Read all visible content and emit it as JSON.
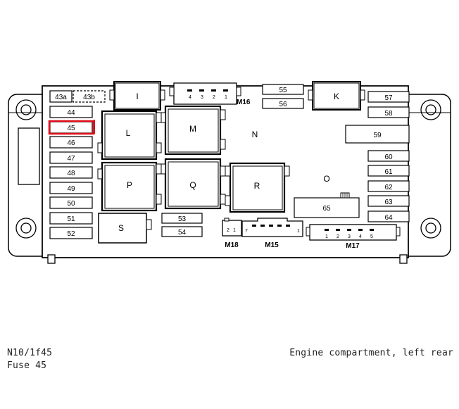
{
  "fuses": {
    "f43a": "43a",
    "f43b": "43b",
    "f44": "44",
    "f45": "45",
    "f46": "46",
    "f47": "47",
    "f48": "48",
    "f49": "49",
    "f50": "50",
    "f51": "51",
    "f52": "52",
    "f53": "53",
    "f54": "54",
    "f55": "55",
    "f56": "56",
    "f57": "57",
    "f58": "58",
    "f59": "59",
    "f60": "60",
    "f61": "61",
    "f62": "62",
    "f63": "63",
    "f64": "64",
    "f65": "65"
  },
  "relays": {
    "I": "I",
    "K": "K",
    "L": "L",
    "M": "M",
    "N": "N",
    "O": "O",
    "P": "P",
    "Q": "Q",
    "R": "R",
    "S": "S"
  },
  "connectors": {
    "m15": "M15",
    "m16": "M16",
    "m17": "M17",
    "m18": "M18",
    "m16_pins": [
      "4",
      "3",
      "2",
      "1"
    ],
    "m17_pins": [
      "1",
      "2",
      "3",
      "4",
      "5"
    ],
    "m18_pins": [
      "2",
      "1"
    ],
    "m15_pin_left": "7",
    "m15_pin_right": "1"
  },
  "highlight": {
    "fuse": "45",
    "color": "#e0101a"
  },
  "caption": {
    "code": "N10/1f45",
    "fuse": "Fuse 45",
    "location": "Engine compartment, left rear"
  }
}
